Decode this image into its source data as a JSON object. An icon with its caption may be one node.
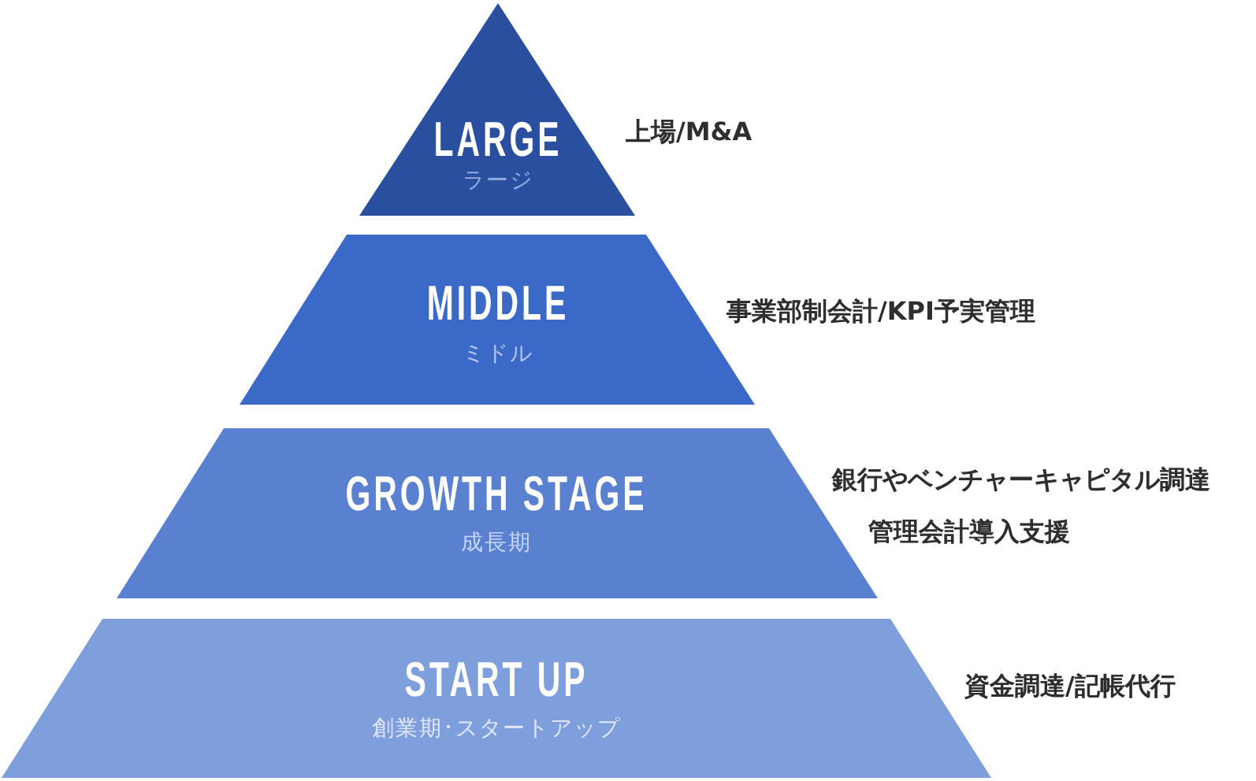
{
  "diagram": {
    "nodes": [
      {
        "text": [
          "LARGE",
          "ラージ"
        ],
        "beside": [
          "上場/M&A"
        ]
      },
      {
        "text": [
          "MIDDLE",
          "ミドル"
        ],
        "beside": [
          "事業部制会計/KPI予実管理"
        ]
      },
      {
        "text": [
          "GROWTH STAGE",
          "成長期"
        ],
        "beside": [
          "銀行やベンチャーキャピタル調達",
          "管理会計導入支援"
        ]
      },
      {
        "text": [
          "START UP",
          "創業期･スタートアップ"
        ],
        "beside": [
          "資金調達/記帳代行"
        ]
      }
    ]
  }
}
